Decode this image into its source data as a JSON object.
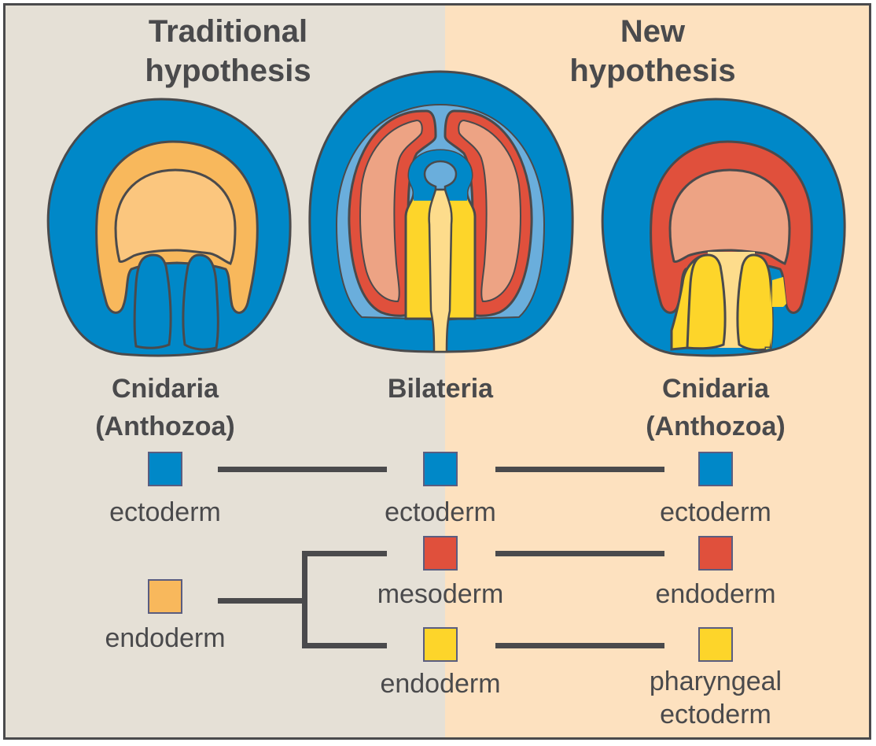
{
  "headers": {
    "traditional": [
      "Traditional",
      "hypothesis"
    ],
    "new": [
      "New",
      "hypothesis"
    ]
  },
  "colors": {
    "bg_traditional": "#e5e0d6",
    "bg_new": "#fde1bf",
    "ectoderm": "#0088c8",
    "ectoderm_light": "#6aaedc",
    "endoderm_orange": "#f8b85c",
    "endoderm_orange_light": "#fbc67e",
    "mesoderm_red": "#e0503c",
    "mesoderm_light": "#eda384",
    "endoderm_yellow": "#fdd52a",
    "endoderm_yellow_light": "#fddc8c",
    "outline": "#4a4a4c"
  },
  "organisms": {
    "left": [
      "Cnidaria",
      "(Anthozoa)"
    ],
    "middle": "Bilateria",
    "right": [
      "Cnidaria",
      "(Anthozoa)"
    ]
  },
  "germ_layers": {
    "left": {
      "ectoderm": "ectoderm",
      "endoderm": "endoderm"
    },
    "middle": {
      "ectoderm": "ectoderm",
      "mesoderm": "mesoderm",
      "endoderm": "endoderm"
    },
    "right": {
      "ectoderm": "ectoderm",
      "endoderm": "endoderm",
      "pharyngeal_ectoderm": [
        "pharyngeal",
        "ectoderm"
      ]
    }
  }
}
